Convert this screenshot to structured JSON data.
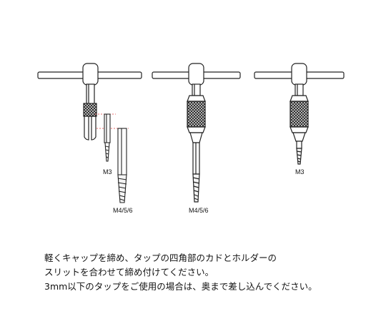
{
  "labels": {
    "m3_left": "M3",
    "m456_left": "M4/5/6",
    "m456_center": "M4/5/6",
    "m3_right": "M3"
  },
  "instructions": {
    "line1": "軽くキャップを締め、タップの四角部のカドとホルダーの",
    "line2": "スリットを合わせて締め付けてください。",
    "line3": "3mm以下のタップをご使用の場合は、奥まで差し込んでください。"
  },
  "colors": {
    "outline": "#222222",
    "guide_line": "#e23b3b",
    "knurl_dark": "#333333"
  }
}
